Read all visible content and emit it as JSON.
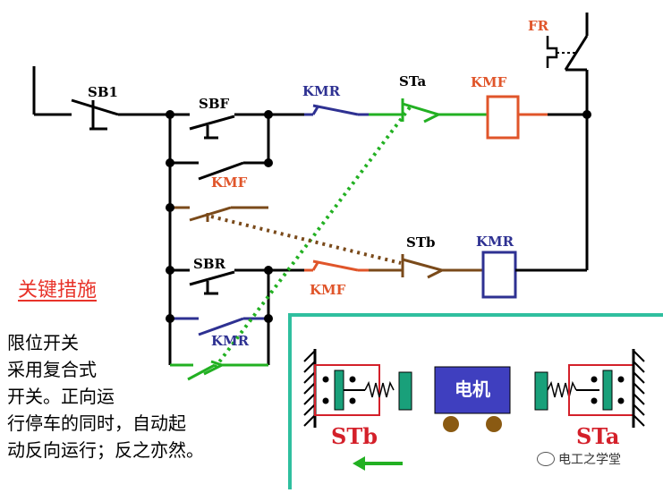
{
  "diagram": {
    "labels": {
      "sb1": "SB1",
      "sbf": "SBF",
      "kmr_top": "KMR",
      "sta_top": "STa",
      "kmf_coil": "KMF",
      "fr": "FR",
      "kmf_aux": "KMF",
      "stb_mid": "STb",
      "kmr_coil": "KMR",
      "sbr": "SBR",
      "kmf_interlock": "KMF",
      "kmr_aux": "KMR",
      "motor": "电机",
      "stb_box": "STb",
      "sta_box": "STa"
    },
    "heading": "关键措施",
    "caption_lines": [
      "限位开关",
      "采用复合式",
      "开关。正向运",
      "行停车的同时，自动起",
      "动反向运行；反之亦然。"
    ],
    "watermark": "电工之学堂",
    "colors": {
      "wire": "#000000",
      "kmr": "#2e3192",
      "kmf": "#e0552a",
      "limit_green": "#22b022",
      "link_brown": "#7a4a1a",
      "fr_red": "#e0552a",
      "panel_border": "#2fbf9f",
      "motor_fill": "#3f3fbf",
      "switch_fill": "#19a07a",
      "wheel": "#8a5a12",
      "stb_label": "#d4202a",
      "heading": "#e8332a"
    }
  }
}
